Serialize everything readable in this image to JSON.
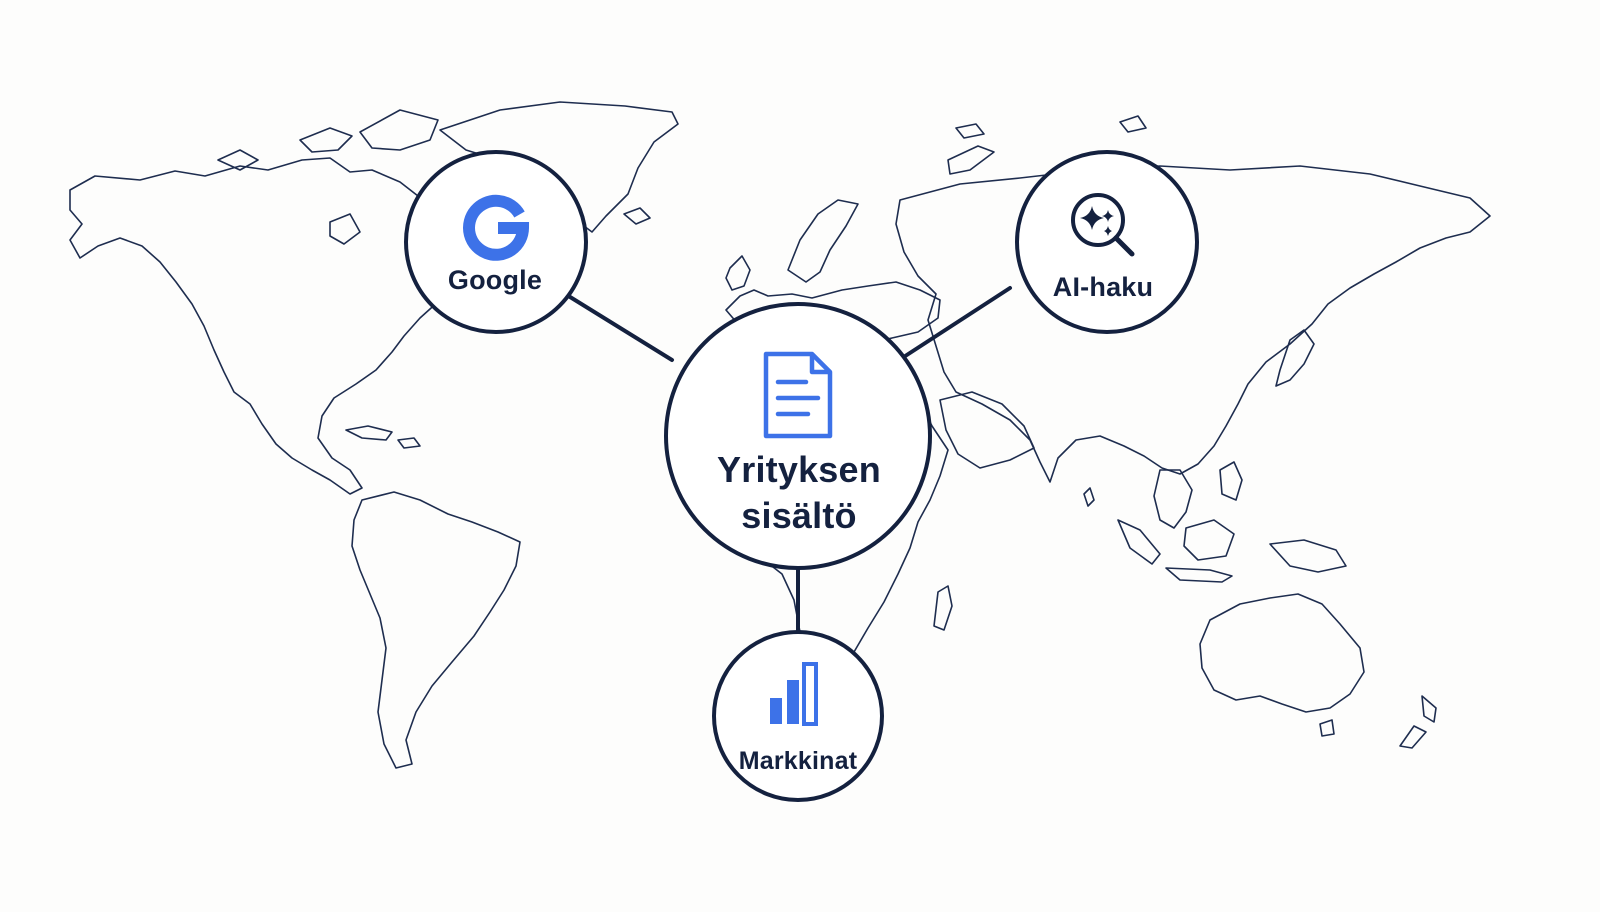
{
  "colors": {
    "background": "#fdfdfc",
    "outline": "#14213f",
    "map_stroke": "#1e2d4f",
    "accent_blue": "#3d72e8"
  },
  "background": {
    "type": "world-map-outline"
  },
  "center_node": {
    "icon": "document-icon",
    "title_line1": "Yrityksen",
    "title_line2": "sisältö"
  },
  "nodes": {
    "google": {
      "icon": "google-g-icon",
      "label": "Google"
    },
    "ai_search": {
      "icon": "sparkle-search-icon",
      "label": "AI-haku"
    },
    "markets": {
      "icon": "bar-chart-icon",
      "label": "Markkinat"
    }
  }
}
